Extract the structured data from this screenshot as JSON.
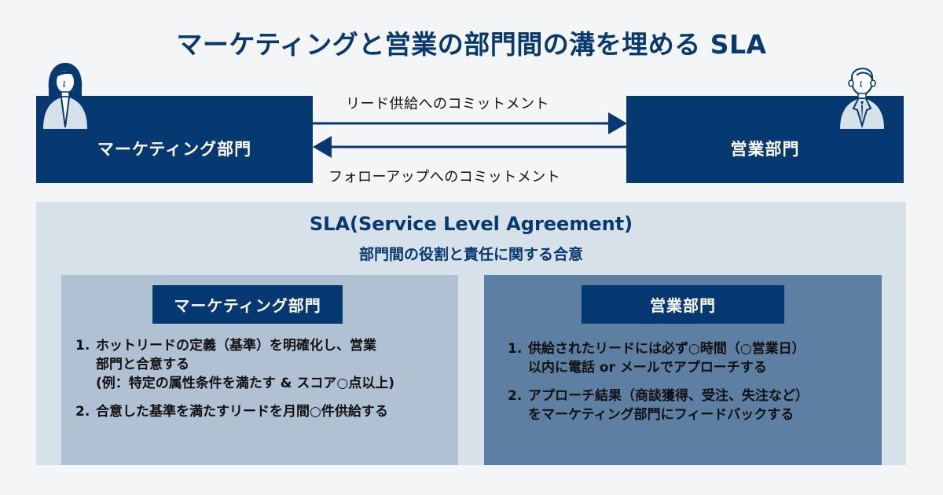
{
  "title": "マーケティングと営業の部門間の溝を埋める SLA",
  "top": {
    "marketing_dept": "マーケティング部門",
    "sales_dept": "営業部門",
    "arrow_to_sales_label": "リード供給へのコミットメント",
    "arrow_to_marketing_label": "フォローアップへのコミットメント",
    "icons": {
      "marketing_person": "woman-person-icon",
      "sales_person": "man-person-icon"
    }
  },
  "sla": {
    "title": "SLA(Service Level Agreement)",
    "subtitle": "部門間の役割と責任に関する合意",
    "cards": [
      {
        "heading": "マーケティング部門",
        "items": [
          {
            "num": "1.",
            "text": "ホットリードの定義（基準）を明確化し、営業\n部門と合意する\n(例：特定の属性条件を満たす & スコア○点以上)"
          },
          {
            "num": "2.",
            "text": "合意した基準を満たすリードを月間○件供給する"
          }
        ]
      },
      {
        "heading": "営業部門",
        "items": [
          {
            "num": "1.",
            "text": "供給されたリードには必ず○時間（○営業日）\n以内に電話 or メールでアプローチする"
          },
          {
            "num": "2.",
            "text": "アプローチ結果（商談獲得、受注、失注など）\nをマーケティング部門にフィードバックする"
          }
        ]
      }
    ]
  },
  "colors": {
    "navy": "#063872",
    "background": "#f4f5f7",
    "sla_panel": "#d7e1ea",
    "marketing_card": "#b0c1d3",
    "sales_card": "#5d7fa2"
  }
}
